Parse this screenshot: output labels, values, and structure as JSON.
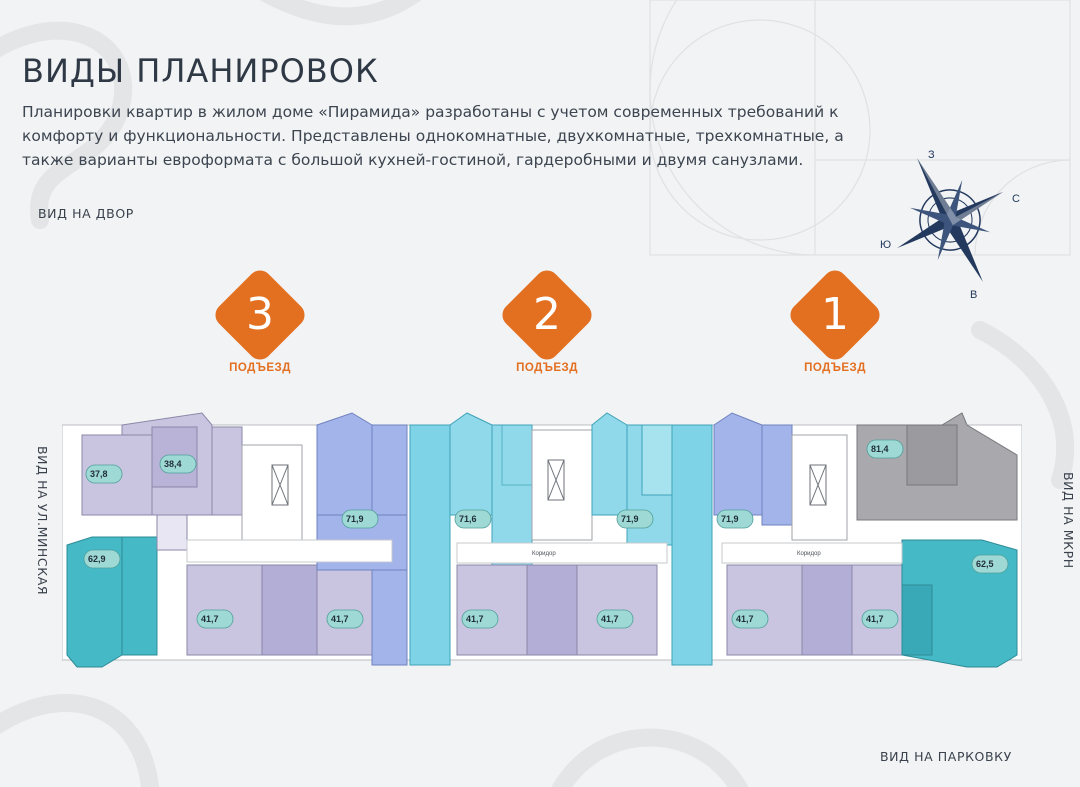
{
  "header": {
    "title": "ВИДЫ ПЛАНИРОВОК",
    "description": "Планировки квартир в жилом доме «Пирамида» разработаны с учетом современных требований к комфорту и функциональности. Представлены однокомнатные, двухкомнатные, трехкомнатные, а также варианты евроформата с большой кухней-гостиной, гардеробными и двумя санузлами."
  },
  "views": {
    "top_left": "ВИД НА ДВОР",
    "left": "ВИД НА УЛ.МИНСКАЯ",
    "right": "ВИД НА МКРН",
    "bottom_right": "ВИД НА ПАРКОВКУ"
  },
  "compass": {
    "n": "З",
    "e": "С",
    "s": "В",
    "w": "Ю"
  },
  "entrances": [
    {
      "number": "3",
      "label": "ПОДЪЕЗД"
    },
    {
      "number": "2",
      "label": "ПОДЪЕЗД"
    },
    {
      "number": "1",
      "label": "ПОДЪЕЗД"
    }
  ],
  "colors": {
    "accent_orange": "#e36f20",
    "apt_lavender": "#c9c5e0",
    "apt_lightblue": "#8fd9ea",
    "apt_teal": "#46b9c7",
    "apt_gray": "#a9a9ad",
    "apt_periwinkle": "#a3b4ea",
    "core_white": "#ffffff"
  },
  "plan": {
    "areas": {
      "a1": "37,8",
      "a2": "38,4",
      "a3": "62,9",
      "a4": "41,7",
      "a5": "41,7",
      "a6": "71,9",
      "a7": "71,6",
      "a8": "41,7",
      "a9": "41,7",
      "a10": "71,9",
      "a11": "71,9",
      "a12": "41,7",
      "a13": "41,7",
      "a14": "81,4",
      "a15": "62,5"
    },
    "corridor_a": "Коридор",
    "corridor_b": "Коридор"
  }
}
